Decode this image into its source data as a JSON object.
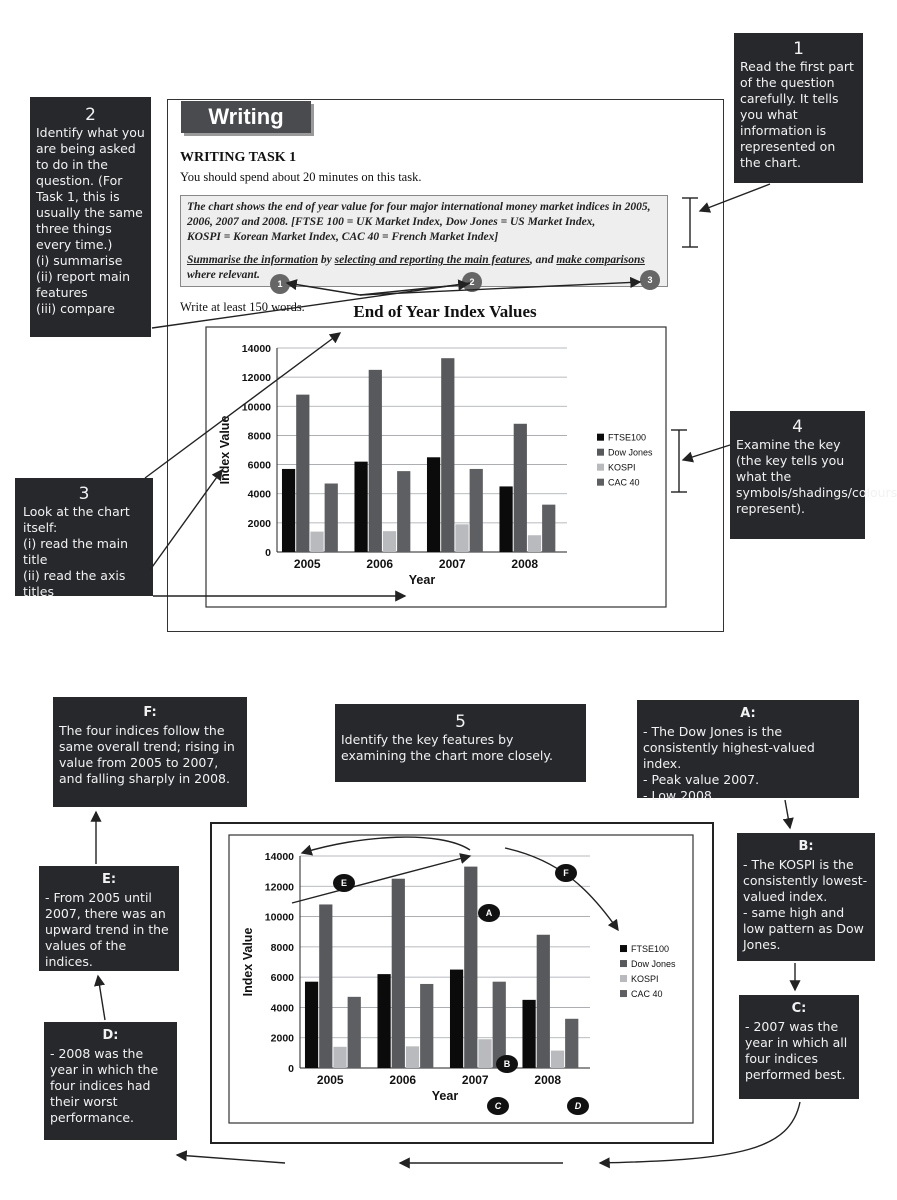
{
  "exam": {
    "section_tab": "Writing",
    "task_title": "WRITING TASK 1",
    "time_note": "You should spend about 20 minutes on this task.",
    "prompt_line1": "The chart shows the end of year value for four major international money market indices in 2005,",
    "prompt_line2": "2006, 2007 and 2008. [FTSE 100 = UK Market Index,     Dow Jones = US Market Index,",
    "prompt_line3": "KOSPI = Korean Market Index,     CAC 40 = French Market Index]",
    "summarise": {
      "p1": "Summarise the information",
      "p2": " by ",
      "p3": "selecting and reporting the main features",
      "p4": ", and ",
      "p5": "make comparisons",
      "p6": "where relevant."
    },
    "circle_labels": [
      "1",
      "2",
      "3"
    ],
    "words_note": "Write at least 150 words.",
    "chart_title": "End of Year Index Values"
  },
  "notes": {
    "n1": {
      "num": "1",
      "text": "Read the first part of the question carefully. It tells you what information is represented on the chart."
    },
    "n2": {
      "num": "2",
      "text": "Identify what you are being asked to do in the question. (For Task 1, this is usually the same three things every time.)",
      "items": [
        "(i) summarise",
        "(ii) report main features",
        "(iii) compare"
      ]
    },
    "n3": {
      "num": "3",
      "text": "Look at the chart itself:",
      "items": [
        "(i) read the main title",
        "(ii) read the axis titles"
      ]
    },
    "n4": {
      "num": "4",
      "text": "Examine the key (the key tells you what the symbols/shadings/colours represent)."
    },
    "n5": {
      "num": "5",
      "text": "Identify the key features by examining the chart more closely."
    },
    "A": {
      "head": "A:",
      "items": [
        "- The Dow Jones is the consistently highest-valued index.",
        "- Peak value 2007.",
        "- Low 2008."
      ]
    },
    "B": {
      "head": "B:",
      "items": [
        "- The KOSPI is the consistently lowest-valued index.",
        "- same high and low pattern as Dow Jones."
      ]
    },
    "C": {
      "head": "C:",
      "text": "- 2007 was the year in which all four indices performed best."
    },
    "D": {
      "head": "D:",
      "text": "- 2008 was the year in which the four indices had their worst performance."
    },
    "E": {
      "head": "E:",
      "text": "- From 2005 until 2007, there was an upward trend in the values of the indices."
    },
    "F": {
      "head": "F:",
      "text": "The four indices follow the same overall trend; rising in value from 2005 to 2007, and falling sharply in 2008."
    }
  },
  "chart_markers": [
    "A",
    "B",
    "C",
    "D",
    "E",
    "F"
  ],
  "chart_data": [
    {
      "type": "bar",
      "title": "End of Year Index Values",
      "xlabel": "Year",
      "ylabel": "Index Value",
      "categories": [
        "2005",
        "2006",
        "2007",
        "2008"
      ],
      "ylim": [
        0,
        14000
      ],
      "yticks": [
        0,
        2000,
        4000,
        6000,
        8000,
        10000,
        12000,
        14000
      ],
      "grid": true,
      "legend_position": "right",
      "series": [
        {
          "name": "FTSE100",
          "color": "#0b0b0b",
          "values": [
            5700,
            6200,
            6500,
            4500
          ]
        },
        {
          "name": "Dow Jones",
          "color": "#58595c",
          "values": [
            10800,
            12500,
            13300,
            8800
          ]
        },
        {
          "name": "KOSPI",
          "color": "#b9babd",
          "values": [
            1400,
            1430,
            1900,
            1150
          ]
        },
        {
          "name": "CAC 40",
          "color": "#5e5f62",
          "values": [
            4700,
            5550,
            5700,
            3250
          ]
        }
      ]
    },
    {
      "type": "bar",
      "title": "",
      "xlabel": "Year",
      "ylabel": "Index Value",
      "categories": [
        "2005",
        "2006",
        "2007",
        "2008"
      ],
      "ylim": [
        0,
        14000
      ],
      "yticks": [
        0,
        2000,
        4000,
        6000,
        8000,
        10000,
        12000,
        14000
      ],
      "grid": true,
      "legend_position": "right",
      "series": [
        {
          "name": "FTSE100",
          "color": "#0b0b0b",
          "values": [
            5700,
            6200,
            6500,
            4500
          ]
        },
        {
          "name": "Dow Jones",
          "color": "#58595c",
          "values": [
            10800,
            12500,
            13300,
            8800
          ]
        },
        {
          "name": "KOSPI",
          "color": "#b9babd",
          "values": [
            1400,
            1430,
            1900,
            1150
          ]
        },
        {
          "name": "CAC 40",
          "color": "#5e5f62",
          "values": [
            4700,
            5550,
            5700,
            3250
          ]
        }
      ]
    }
  ]
}
